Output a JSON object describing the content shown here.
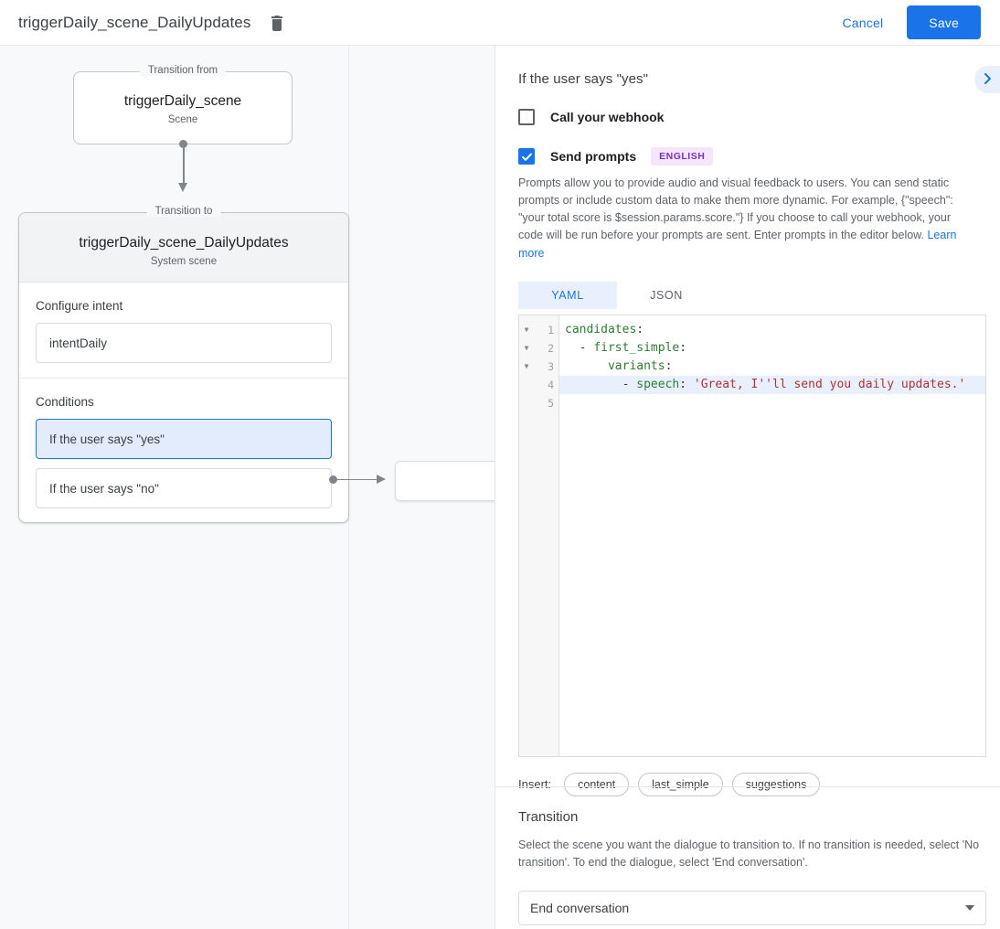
{
  "topbar": {
    "title": "triggerDaily_scene_DailyUpdates",
    "delete_icon": "trash-icon",
    "cancel_label": "Cancel",
    "save_label": "Save",
    "accent_color": "#1a73e8"
  },
  "canvas": {
    "from_node": {
      "legend": "Transition from",
      "title": "triggerDaily_scene",
      "subtitle": "Scene"
    },
    "to_node": {
      "legend": "Transition to",
      "title": "triggerDaily_scene_DailyUpdates",
      "subtitle": "System scene"
    },
    "intent_section": {
      "label": "Configure intent",
      "value": "intentDaily"
    },
    "conditions_section": {
      "label": "Conditions",
      "items": [
        {
          "label": "If the user says \"yes\"",
          "selected": true
        },
        {
          "label": "If the user says \"no\"",
          "selected": false
        }
      ]
    },
    "next_node": {
      "label": ""
    }
  },
  "panel": {
    "title": "If the user says \"yes\"",
    "collapse_icon": "chevron-right-icon",
    "webhook": {
      "label": "Call your webhook",
      "checked": false
    },
    "prompts": {
      "label": "Send prompts",
      "checked": true,
      "badge": "ENGLISH",
      "badge_bg": "#f4e7fd",
      "badge_color": "#7b2fc4",
      "description": "Prompts allow you to provide audio and visual feedback to users. You can send static prompts or include custom data to make them more dynamic. For example, {\"speech\": \"your total score is $session.params.score.\"} If you choose to call your webhook, your code will be run before your prompts are sent. Enter prompts in the editor below.",
      "learn_more": "Learn more"
    },
    "editor_tabs": [
      {
        "label": "YAML",
        "active": true
      },
      {
        "label": "JSON",
        "active": false
      }
    ],
    "editor": {
      "lines": [
        {
          "num": "1",
          "fold": true,
          "highlight": false,
          "tokens": [
            {
              "t": "candidates",
              "c": "k-key"
            },
            {
              "t": ":",
              "c": "k-punct"
            }
          ]
        },
        {
          "num": "2",
          "fold": true,
          "highlight": false,
          "tokens": [
            {
              "t": "  - ",
              "c": "k-punct"
            },
            {
              "t": "first_simple",
              "c": "k-key"
            },
            {
              "t": ":",
              "c": "k-punct"
            }
          ]
        },
        {
          "num": "3",
          "fold": true,
          "highlight": false,
          "tokens": [
            {
              "t": "      ",
              "c": "k-punct"
            },
            {
              "t": "variants",
              "c": "k-key"
            },
            {
              "t": ":",
              "c": "k-punct"
            }
          ]
        },
        {
          "num": "4",
          "fold": false,
          "highlight": true,
          "tokens": [
            {
              "t": "        - ",
              "c": "k-punct"
            },
            {
              "t": "speech",
              "c": "k-key"
            },
            {
              "t": ": ",
              "c": "k-punct"
            },
            {
              "t": "'Great, I''ll send you daily updates.'",
              "c": "k-str"
            }
          ]
        },
        {
          "num": "5",
          "fold": false,
          "highlight": false,
          "tokens": []
        }
      ]
    },
    "insert": {
      "label": "Insert:",
      "chips": [
        "content",
        "last_simple",
        "suggestions"
      ]
    },
    "transition": {
      "title": "Transition",
      "description": "Select the scene you want the dialogue to transition to. If no transition is needed, select 'No transition'. To end the dialogue, select 'End conversation'.",
      "selected": "End conversation"
    }
  }
}
